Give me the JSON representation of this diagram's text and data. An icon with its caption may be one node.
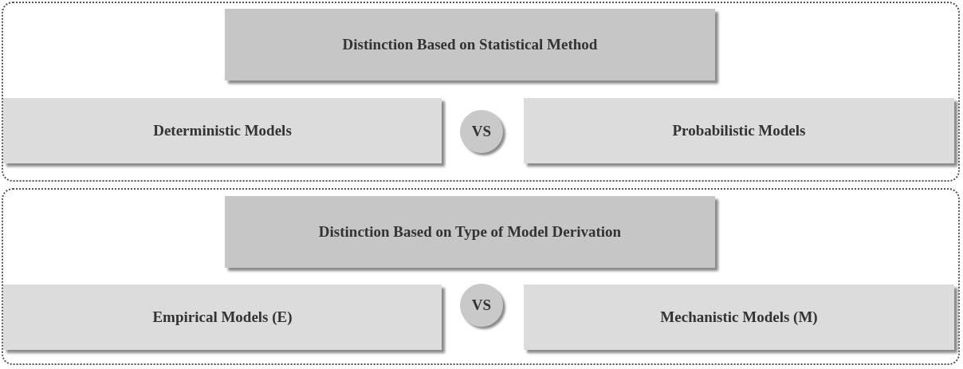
{
  "diagram": {
    "nodes": [
      {
        "text": [],
        "shape": "box"
      },
      {
        "text": [
          "Distinction Based on Statistical Method"
        ],
        "in": 0
      },
      {
        "text": [
          "Deterministic Models"
        ],
        "in": 0
      },
      {
        "text": [
          "VS"
        ],
        "in": 0
      },
      {
        "text": [
          "Probabilistic Models"
        ],
        "in": 0
      },
      {
        "text": [],
        "shape": "box"
      },
      {
        "text": [
          "Distinction Based on Type of Model Derivation"
        ],
        "in": 5
      },
      {
        "text": [
          "Empirical Models (E)"
        ],
        "in": 5
      },
      {
        "text": [
          "VS"
        ],
        "in": 5
      },
      {
        "text": [
          "Mechanistic Models (M)"
        ],
        "in": 5
      }
    ]
  }
}
